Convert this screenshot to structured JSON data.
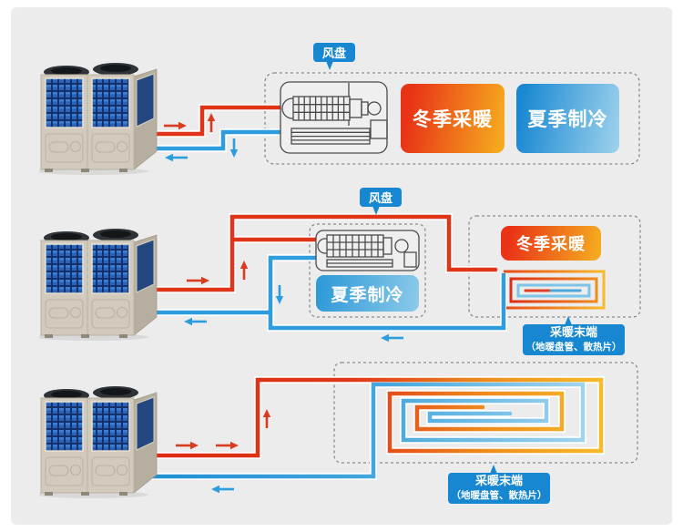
{
  "diagram": {
    "description": "air-source heat pump system diagram with three piping configurations",
    "rows": [
      {
        "id": "fan-coil-heating-and-cooling",
        "tag": "风盘",
        "cards": [
          {
            "label": "冬季采暖",
            "type": "heating"
          },
          {
            "label": "夏季制冷",
            "type": "cooling"
          }
        ]
      },
      {
        "id": "fan-coil-cooling-plus-floor-heating",
        "tag": "风盘",
        "cooling_card": "夏季制冷",
        "heating_card": "冬季采暖",
        "terminal": {
          "title": "采暖末端",
          "subtitle": "（地暖盘管、散热片）"
        }
      },
      {
        "id": "floor-heating-only",
        "terminal": {
          "title": "采暖末端",
          "subtitle": "（地暖盘管、散热片）"
        }
      }
    ],
    "icons": {
      "heat_pump": "heat-pump-outdoor-unit",
      "fan_coil": "fan-coil-unit",
      "floor_coil": "floor-heating-coil"
    },
    "colors": {
      "board_bg": "#ececec",
      "pipe_hot": "#e03418",
      "pipe_cold": "#2d9ddd",
      "bubble_blue": "#1687d0",
      "card_heat_from": "#e93317",
      "card_heat_to": "#f5a91e",
      "card_cool_from": "#1787d2",
      "card_cool_to": "#9ed2ec",
      "dashed_border": "#8b8b8b"
    }
  }
}
